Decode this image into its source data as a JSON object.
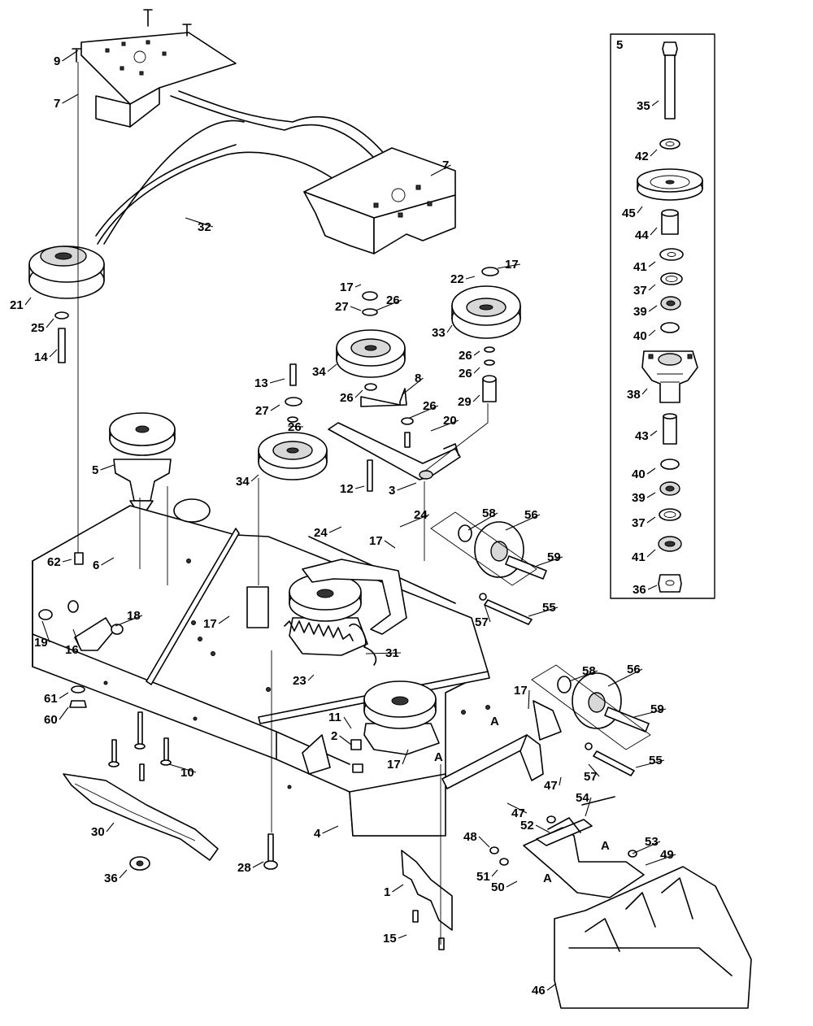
{
  "inset": {
    "title": "5"
  },
  "callouts": [
    "9",
    "7",
    "32",
    "7",
    "21",
    "25",
    "14",
    "13",
    "27",
    "26",
    "34",
    "17",
    "27",
    "26",
    "34",
    "26",
    "8",
    "26",
    "20",
    "12",
    "3",
    "22",
    "17",
    "33",
    "26",
    "26",
    "29",
    "5",
    "6",
    "62",
    "19",
    "16",
    "18",
    "17",
    "24",
    "24",
    "17",
    "58",
    "56",
    "59",
    "57",
    "55",
    "23",
    "31",
    "61",
    "60",
    "10",
    "11",
    "2",
    "17",
    "17",
    "58",
    "56",
    "59",
    "57",
    "55",
    "47",
    "47",
    "30",
    "36",
    "28",
    "4",
    "1",
    "15",
    "54",
    "52",
    "48",
    "51",
    "50",
    "53",
    "49",
    "46",
    "35",
    "42",
    "45",
    "44",
    "41",
    "37",
    "39",
    "40",
    "38",
    "43",
    "40",
    "39",
    "37",
    "41",
    "36"
  ],
  "markers": [
    "A",
    "A",
    "A",
    "A"
  ]
}
